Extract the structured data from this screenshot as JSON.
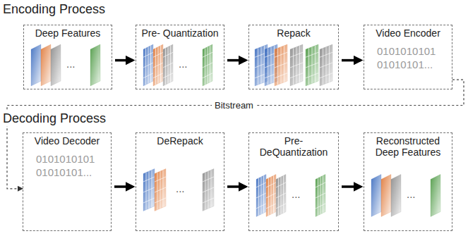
{
  "diagram": {
    "nodes": [
      {
        "text": [
          "Deep Features",
          "..."
        ]
      },
      {
        "text": [
          "Pre- Quantization",
          "..."
        ]
      },
      {
        "text": [
          "Repack"
        ]
      },
      {
        "text": [
          "Video Encoder",
          "0101010101 01010101..."
        ]
      },
      {
        "text": [
          "Video Decoder",
          "0101010101 01010101..."
        ]
      },
      {
        "text": [
          "DeRepack",
          "..."
        ]
      },
      {
        "text": [
          "Pre- DeQuantization",
          "..."
        ]
      },
      {
        "text": [
          "Reconstructed Deep Features",
          "..."
        ]
      }
    ],
    "edges": [
      {
        "from": 0,
        "to": 1,
        "arrow": "to"
      },
      {
        "from": 1,
        "to": 2,
        "arrow": "to"
      },
      {
        "from": 2,
        "to": 3,
        "arrow": "to"
      },
      {
        "from": 3,
        "to": 4,
        "arrow": "to",
        "label": "Bitstream"
      },
      {
        "from": 4,
        "to": 5,
        "arrow": "to"
      },
      {
        "from": 5,
        "to": 6,
        "arrow": "to"
      },
      {
        "from": 6,
        "to": 7,
        "arrow": "to"
      }
    ],
    "labels": [
      "Encoding Process",
      "Decoding Process"
    ]
  }
}
